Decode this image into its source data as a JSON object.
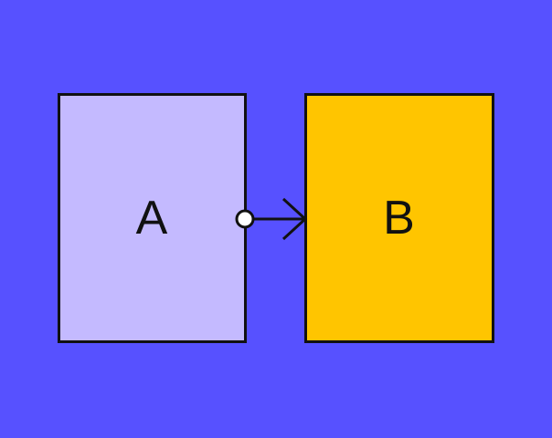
{
  "colors": {
    "background": "#5751FF",
    "node_a_fill": "#C4BAFF",
    "node_b_fill": "#FFC500",
    "stroke": "#111111",
    "port_fill": "#FFFFFF"
  },
  "nodes": [
    {
      "id": "a",
      "label": "A"
    },
    {
      "id": "b",
      "label": "B"
    }
  ],
  "edges": [
    {
      "from": "a",
      "to": "b",
      "tail": "circle-icon",
      "head": "open-arrow-icon"
    }
  ]
}
